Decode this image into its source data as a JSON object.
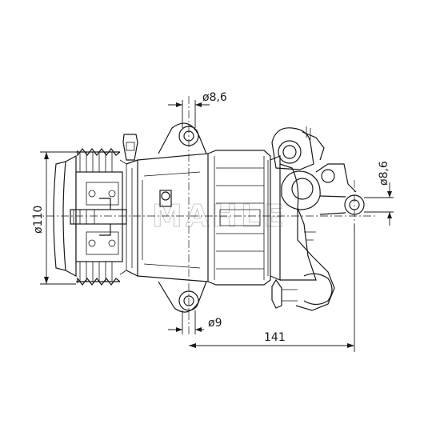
{
  "drawing": {
    "dimensions": {
      "top_hole": "ø8,6",
      "right_hole": "ø8,6",
      "bottom_hole": "ø9",
      "length": "141",
      "pulley_diameter": "ø110"
    },
    "watermark": "MAHLE"
  },
  "colors": {
    "line": "#1a1a1a",
    "background": "#ffffff",
    "watermark": "#c8c8c8"
  }
}
